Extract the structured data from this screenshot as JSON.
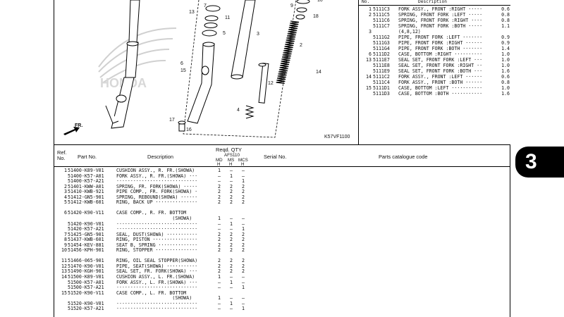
{
  "diagram": {
    "code": "K57VF1100",
    "front_label": "FR.",
    "brand_watermark": "HONDA",
    "callouts": [
      "7",
      "13",
      "11",
      "5",
      "3",
      "9",
      "10",
      "18",
      "2",
      "6",
      "15",
      "12",
      "14",
      "4",
      "17",
      "16"
    ]
  },
  "side_tab": {
    "label": "3"
  },
  "right_table": {
    "headers": {
      "no": "No.",
      "description": "Description"
    },
    "rows": [
      {
        "ref": "1",
        "part": "5111C3",
        "desc": "FORK ASSY., FRONT :RIGHT ·····",
        "qty": "0.6"
      },
      {
        "ref": "2",
        "part": "5111C5",
        "desc": "SPRING, FRONT FORK :LEFT ·····",
        "qty": "0.8"
      },
      {
        "ref": "",
        "part": "5111C6",
        "desc": "SPRING, FRONT FORK :RIGHT ····",
        "qty": "0.8"
      },
      {
        "ref": "",
        "part": "5111C7",
        "desc": "SPRING, FRONT FORK :BOTH ·····",
        "qty": "1.1"
      },
      {
        "ref": "3",
        "part": "",
        "desc": "(4,8,12)",
        "qty": ""
      },
      {
        "ref": "",
        "part": "5111G2",
        "desc": "PIPE, FRONT FORK :LEFT ·······",
        "qty": "0.9"
      },
      {
        "ref": "",
        "part": "5111G3",
        "desc": "PIPE, FRONT FORK :RIGHT ······",
        "qty": "0.9"
      },
      {
        "ref": "",
        "part": "5111G4",
        "desc": "PIPE, FRONT FORK :BOTH ·······",
        "qty": "1.4"
      },
      {
        "ref": "6",
        "part": "5111D2",
        "desc": "CASE, BOTTOM :RIGHT ··········",
        "qty": "1.0"
      },
      {
        "ref": "13",
        "part": "5111E7",
        "desc": "SEAL SET, FRONT FORK :LEFT ···",
        "qty": "1.0"
      },
      {
        "ref": "",
        "part": "5111E8",
        "desc": "SEAL SET, FRONT FORK :RIGHT ··",
        "qty": "1.0"
      },
      {
        "ref": "",
        "part": "5111E9",
        "desc": "SEAL SET, FRONT FORK :BOTH ···",
        "qty": "1.6"
      },
      {
        "ref": "14",
        "part": "5111C2",
        "desc": "FORK ASSY., FRONT :LEFT ······",
        "qty": "0.6"
      },
      {
        "ref": "",
        "part": "5111C4",
        "desc": "FORK ASSY., FRONT :BOTH ······",
        "qty": "0.8"
      },
      {
        "ref": "15",
        "part": "5111D1",
        "desc": "CASE, BOTTOM :LEFT ···········",
        "qty": "1.0"
      },
      {
        "ref": "",
        "part": "5111D3",
        "desc": "CASE, BOTTOM :BOTH ···········",
        "qty": "1.6"
      }
    ]
  },
  "main_table": {
    "headers": {
      "ref": "Ref.",
      "no": "No.",
      "part_no": "Part No.",
      "description": "Description",
      "reqd_qty": "Reqd. QTY",
      "model": "AFS110",
      "col1": "MD",
      "col2": "MS",
      "col3": "MCS",
      "h1": "H",
      "h2": "H",
      "h3": "H",
      "serial_no": "Serial No.",
      "catalogue_code": "Parts catalogue code"
    },
    "rows": [
      {
        "ref": "1",
        "part": "51400-K89-V01",
        "desc": "CUSHION ASSY., R. FR.(SHOWA)",
        "q1": "1",
        "q2": "–",
        "q3": "–"
      },
      {
        "ref": "",
        "part": "51400-K57-A01",
        "desc": "FORK ASSY., R. FR.(SHOWA) ···",
        "q1": "–",
        "q2": "1",
        "q3": "–"
      },
      {
        "ref": "",
        "part": "51400-K57-A21",
        "desc": "·····························",
        "q1": "–",
        "q2": "–",
        "q3": "1"
      },
      {
        "ref": "2",
        "part": "51401-KWW-A01",
        "desc": "SPRING, FR. FORK(SHOWA) ·····",
        "q1": "2",
        "q2": "2",
        "q3": "2"
      },
      {
        "ref": "3",
        "part": "51410-KWB-921",
        "desc": "PIPE COMP., FR. FORK(SHOWA) ·",
        "q1": "2",
        "q2": "2",
        "q3": "2"
      },
      {
        "ref": "4",
        "part": "51412-GN5-901",
        "desc": "SPRING, REBOUND(SHOWA) ······",
        "q1": "2",
        "q2": "2",
        "q3": "2"
      },
      {
        "ref": "5",
        "part": "51412-KWB-601",
        "desc": "RING, BACK UP ···············",
        "q1": "2",
        "q2": "2",
        "q3": "2"
      },
      {
        "ref": "",
        "part": "",
        "desc": "",
        "q1": "",
        "q2": "",
        "q3": ""
      },
      {
        "ref": "6",
        "part": "51420-K90-V11",
        "desc": "CASE COMP., R. FR. BOTTOM",
        "q1": "",
        "q2": "",
        "q3": ""
      },
      {
        "ref": "",
        "part": "",
        "desc": "                    (SHOWA)",
        "q1": "1",
        "q2": "–",
        "q3": "–"
      },
      {
        "ref": "",
        "part": "51420-K90-V01",
        "desc": "·····························",
        "q1": "–",
        "q2": "1",
        "q3": "–"
      },
      {
        "ref": "",
        "part": "51420-K57-A21",
        "desc": "·····························",
        "q1": "–",
        "q2": "–",
        "q3": "1"
      },
      {
        "ref": "7",
        "part": "51425-GN5-901",
        "desc": "SEAL, DUST(SHOWA) ···········",
        "q1": "2",
        "q2": "2",
        "q3": "2"
      },
      {
        "ref": "8",
        "part": "51437-KWB-601",
        "desc": "RING, PISTON ················",
        "q1": "2",
        "q2": "2",
        "q3": "2"
      },
      {
        "ref": "9",
        "part": "51454-KEV-881",
        "desc": "SEAT B, SPRING ··············",
        "q1": "2",
        "q2": "2",
        "q3": "2"
      },
      {
        "ref": "10",
        "part": "51456-KPH-901",
        "desc": "RING, STOPPER ···············",
        "q1": "2",
        "q2": "2",
        "q3": "2"
      },
      {
        "ref": "",
        "part": "",
        "desc": "",
        "q1": "",
        "q2": "",
        "q3": ""
      },
      {
        "ref": "11",
        "part": "51466-065-901",
        "desc": "RING, OIL SEAL STOPPER(SHOWA)",
        "q1": "2",
        "q2": "2",
        "q3": "2"
      },
      {
        "ref": "12",
        "part": "51470-K90-V01",
        "desc": "PIPE, SEAT(SHOWA) ···········",
        "q1": "2",
        "q2": "2",
        "q3": "2"
      },
      {
        "ref": "13",
        "part": "51490-KGH-901",
        "desc": "SEAL SET, FR. FORK(SHOWA) ···",
        "q1": "2",
        "q2": "2",
        "q3": "2"
      },
      {
        "ref": "14",
        "part": "51500-K89-V01",
        "desc": "CUSHION ASSY., L. FR.(SHOWA)",
        "q1": "1",
        "q2": "–",
        "q3": "–"
      },
      {
        "ref": "",
        "part": "51500-K57-A01",
        "desc": "FORK ASSY., L. FR.(SHOWA) ···",
        "q1": "–",
        "q2": "1",
        "q3": "–"
      },
      {
        "ref": "",
        "part": "51500-K57-A21",
        "desc": "·····························",
        "q1": "–",
        "q2": "–",
        "q3": "1"
      },
      {
        "ref": "15",
        "part": "51520-K90-V11",
        "desc": "CASE COMP., L. FR. BOTTOM",
        "q1": "",
        "q2": "",
        "q3": ""
      },
      {
        "ref": "",
        "part": "",
        "desc": "                    (SHOWA)",
        "q1": "1",
        "q2": "–",
        "q3": "–"
      },
      {
        "ref": "",
        "part": "51520-K90-V01",
        "desc": "·····························",
        "q1": "–",
        "q2": "1",
        "q3": "–"
      },
      {
        "ref": "",
        "part": "51520-K57-A21",
        "desc": "·····························",
        "q1": "–",
        "q2": "–",
        "q3": "1"
      }
    ]
  }
}
